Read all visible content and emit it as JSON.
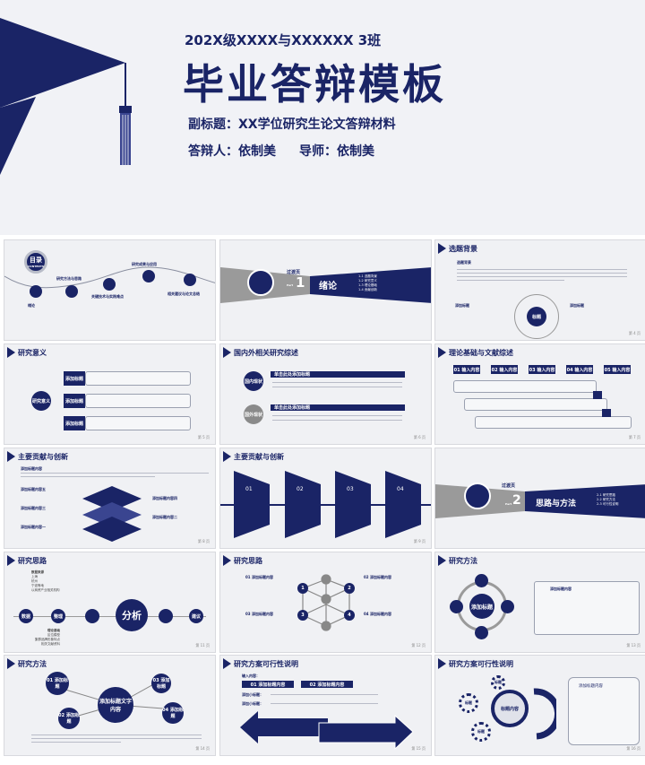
{
  "hero": {
    "class_line": "202X级XXXX与XXXXXX 3班",
    "title": "毕业答辩模板",
    "subtitle": "副标题：XX学位研究生论文答辩材料",
    "defender": "答辩人：依制美",
    "advisor": "导师：依制美"
  },
  "colors": {
    "navy": "#1a2466",
    "gray": "#9a9a9a",
    "background": "#f0f1f4"
  },
  "slides": [
    {
      "title": "目录",
      "sub": "CONTENTS",
      "items": [
        "绪论",
        "研究方法与思路",
        "关键技术与实践难点",
        "研究成果与应用",
        "相关建议与论文总结"
      ]
    },
    {
      "title": "绪论",
      "kicker": "过渡页",
      "part": "Part",
      "num": "1",
      "items": [
        "1-1 选题背景",
        "1-2 研究意义",
        "1-3 理论基础",
        "1-4 贡献创新"
      ]
    },
    {
      "title": "选题背景",
      "sub": "选题背景",
      "left": "添加标题",
      "right": "添加标题",
      "center": "标题",
      "page": "第 4 页"
    },
    {
      "title": "研究意义",
      "center": "研究意义",
      "items": [
        "添加标题",
        "添加标题",
        "添加标题"
      ],
      "page": "第 5 页"
    },
    {
      "title": "国内外相关研究综述",
      "items": [
        "国内现状",
        "国外现状"
      ],
      "bars": [
        "单击此处添加标题",
        "单击此处添加标题"
      ],
      "page": "第 6 页"
    },
    {
      "title": "理论基础与文献综述",
      "steps": [
        "01 输入内容",
        "02 输入内容",
        "03 输入内容",
        "04 输入内容",
        "05 输入内容"
      ],
      "page": "第 7 页"
    },
    {
      "title": "主要贡献与创新",
      "items": [
        "添加标题内容",
        "添加标题内容五",
        "添加标题内容三",
        "添加标题内容一",
        "添加标题内容四",
        "添加标题内容二"
      ],
      "page": "第 8 页"
    },
    {
      "title": "主要贡献与创新",
      "items": [
        "01",
        "02",
        "03",
        "04"
      ],
      "page": "第 9 页"
    },
    {
      "title": "思路与方法",
      "kicker": "过渡页",
      "part": "Part",
      "num": "2",
      "items": [
        "2-1 研究思路",
        "2-2 研究方法",
        "2-3 可行性说明"
      ]
    },
    {
      "title": "研究思路",
      "center": "分析",
      "nodes": [
        "数据",
        "整理",
        "分析",
        "建议"
      ],
      "top": [
        "数据来源",
        "上海",
        "杭州",
        "宁波等地",
        "以商贸产业相关机构"
      ],
      "bottom": [
        "理论基础",
        "区位模型",
        "集群品牌形象特点",
        "相关文献资料"
      ],
      "page": "第 11 页"
    },
    {
      "title": "研究思路",
      "items": [
        "01 添加标题内容",
        "02 添加标题内容",
        "03 添加标题内容",
        "04 添加标题内容"
      ],
      "nums": [
        "1",
        "2",
        "3",
        "4"
      ],
      "page": "第 12 页"
    },
    {
      "title": "研究方法",
      "center": "添加标题",
      "box": "添加标题内容",
      "page": "第 13 页"
    },
    {
      "title": "研究方法",
      "center": "添加标题文字内容",
      "items": [
        "01 添加标题",
        "02 添加标题",
        "03 添加标题",
        "04 添加标题"
      ],
      "page": "第 14 页"
    },
    {
      "title": "研究方案可行性说明",
      "input": "输入内容：",
      "tabs": [
        "01 添加标题内容",
        "02 添加标题内容"
      ],
      "rows": [
        "添加小标题：",
        "添加小标题："
      ],
      "page": "第 15 页"
    },
    {
      "title": "研究方案可行性说明",
      "center": "标题内容",
      "gears": [
        "标题",
        "标题",
        "标题"
      ],
      "box": "添加标题内容",
      "page": "第 16 页"
    }
  ]
}
